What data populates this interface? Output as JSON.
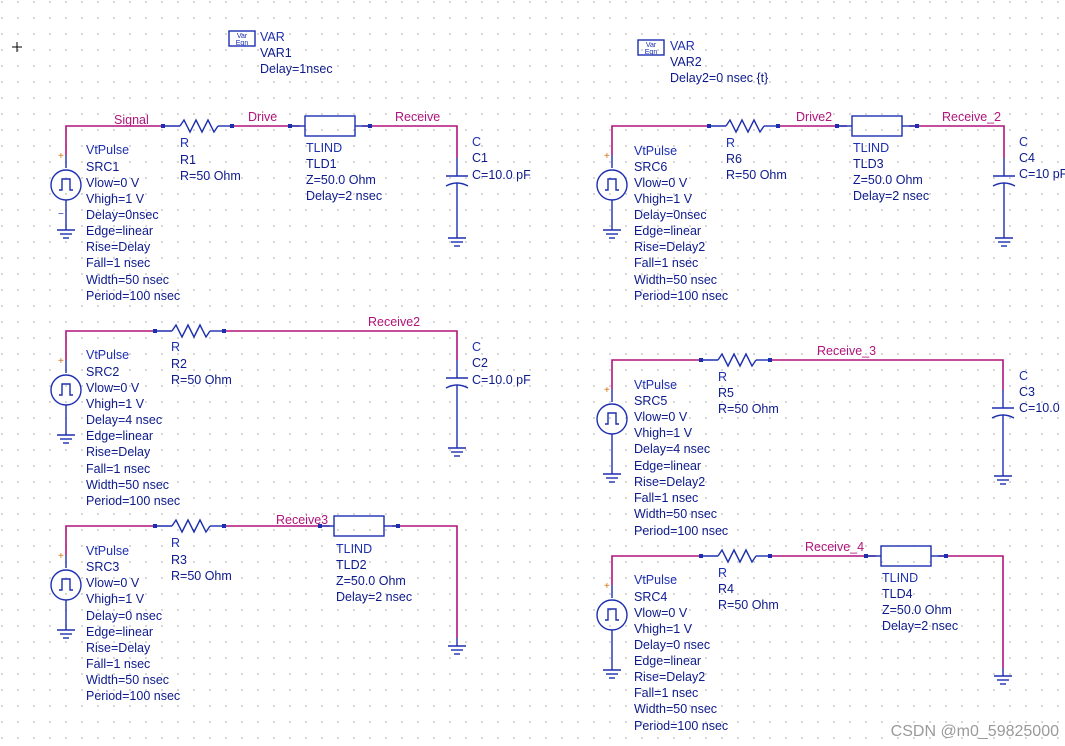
{
  "var_blocks": [
    {
      "icon": [
        "Var",
        "Eqn"
      ],
      "lines": [
        "VAR",
        "VAR1",
        "Delay=1nsec"
      ]
    },
    {
      "icon": [
        "Var",
        "Eqn"
      ],
      "lines": [
        "VAR",
        "VAR2",
        "Delay2=0 nsec {t}"
      ]
    }
  ],
  "sources": [
    {
      "lines": [
        "VtPulse",
        "SRC1",
        "Vlow=0 V",
        "Vhigh=1 V",
        "Delay=0nsec",
        "Edge=linear",
        "Rise=Delay",
        "Fall=1 nsec",
        "Width=50 nsec",
        "Period=100 nsec"
      ]
    },
    {
      "lines": [
        "VtPulse",
        "SRC2",
        "Vlow=0 V",
        "Vhigh=1 V",
        "Delay=4 nsec",
        "Edge=linear",
        "Rise=Delay",
        "Fall=1 nsec",
        "Width=50 nsec",
        "Period=100 nsec"
      ]
    },
    {
      "lines": [
        "VtPulse",
        "SRC3",
        "Vlow=0 V",
        "Vhigh=1 V",
        "Delay=0 nsec",
        "Edge=linear",
        "Rise=Delay",
        "Fall=1 nsec",
        "Width=50 nsec",
        "Period=100 nsec"
      ]
    },
    {
      "lines": [
        "VtPulse",
        "SRC6",
        "Vlow=0 V",
        "Vhigh=1 V",
        "Delay=0nsec",
        "Edge=linear",
        "Rise=Delay2",
        "Fall=1 nsec",
        "Width=50 nsec",
        "Period=100 nsec"
      ]
    },
    {
      "lines": [
        "VtPulse",
        "SRC5",
        "Vlow=0 V",
        "Vhigh=1 V",
        "Delay=4 nsec",
        "Edge=linear",
        "Rise=Delay2",
        "Fall=1 nsec",
        "Width=50 nsec",
        "Period=100 nsec"
      ]
    },
    {
      "lines": [
        "VtPulse",
        "SRC4",
        "Vlow=0 V",
        "Vhigh=1 V",
        "Delay=0 nsec",
        "Edge=linear",
        "Rise=Delay2",
        "Fall=1 nsec",
        "Width=50 nsec",
        "Period=100 nsec"
      ]
    }
  ],
  "resistors": [
    {
      "lines": [
        "R",
        "R1",
        "R=50 Ohm"
      ]
    },
    {
      "lines": [
        "R",
        "R2",
        "R=50 Ohm"
      ]
    },
    {
      "lines": [
        "R",
        "R3",
        "R=50 Ohm"
      ]
    },
    {
      "lines": [
        "R",
        "R6",
        "R=50 Ohm"
      ]
    },
    {
      "lines": [
        "R",
        "R5",
        "R=50 Ohm"
      ]
    },
    {
      "lines": [
        "R",
        "R4",
        "R=50 Ohm"
      ]
    }
  ],
  "tlines": [
    {
      "lines": [
        "TLIND",
        "TLD1",
        "Z=50.0 Ohm",
        "Delay=2 nsec"
      ]
    },
    {
      "lines": [
        "TLIND",
        "TLD2",
        "Z=50.0 Ohm",
        "Delay=2 nsec"
      ]
    },
    {
      "lines": [
        "TLIND",
        "TLD3",
        "Z=50.0 Ohm",
        "Delay=2 nsec"
      ]
    },
    {
      "lines": [
        "TLIND",
        "TLD4",
        "Z=50.0 Ohm",
        "Delay=2 nsec"
      ]
    }
  ],
  "capacitors": [
    {
      "lines": [
        "C",
        "C1",
        "C=10.0 pF"
      ]
    },
    {
      "lines": [
        "C",
        "C2",
        "C=10.0 pF"
      ]
    },
    {
      "lines": [
        "C",
        "C4",
        "C=10 pF"
      ]
    },
    {
      "lines": [
        "C",
        "C3",
        "C=10.0"
      ]
    }
  ],
  "nets": {
    "signal": "Signal",
    "drive": "Drive",
    "receive": "Receive",
    "receive2": "Receive2",
    "receive3": "Receive3",
    "drive2": "Drive2",
    "receive_2": "Receive_2",
    "receive_3": "Receive_3",
    "receive_4": "Receive_4"
  },
  "watermark": "CSDN @m0_59825000",
  "colors": {
    "wire": "#b0147a",
    "component": "#1d2fb0",
    "grid": "#b8b8b8",
    "background": "#ffffff"
  }
}
